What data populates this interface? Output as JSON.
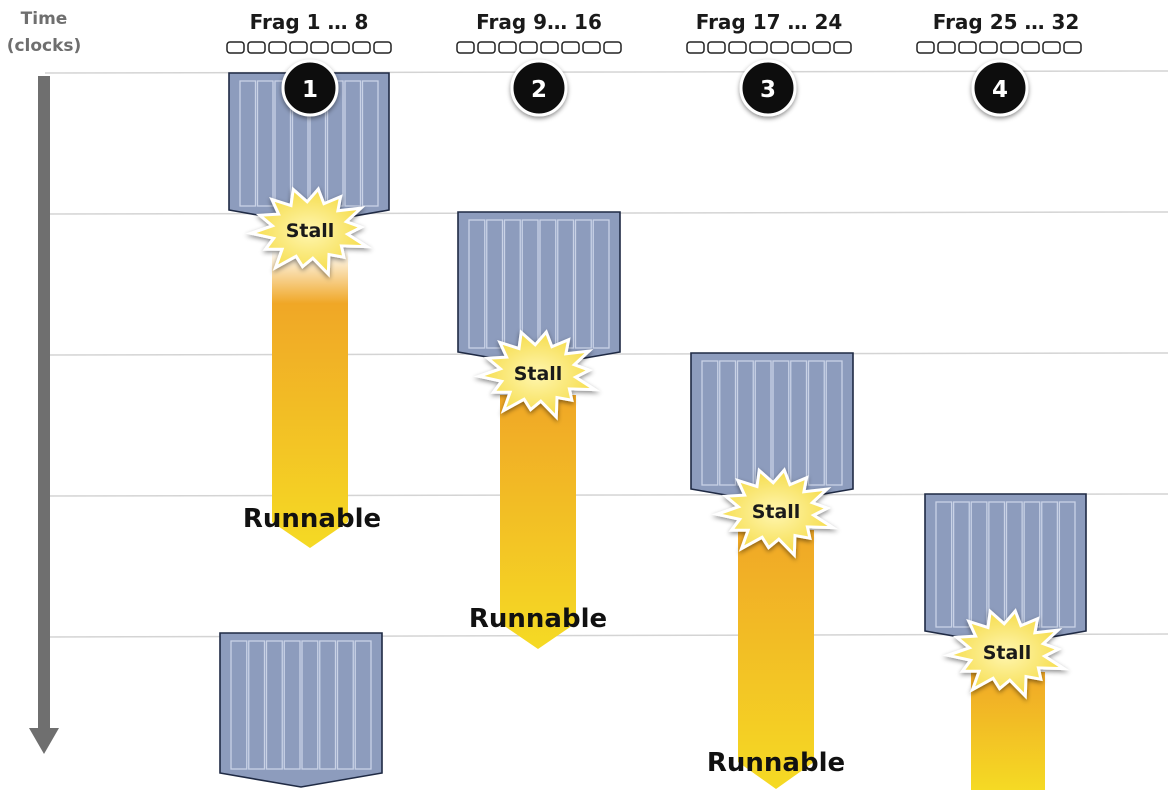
{
  "axis": {
    "label_line1": "Time",
    "label_line2": "(clocks)"
  },
  "groups": [
    {
      "number": "1",
      "label": "Frag 1 … 8",
      "stall_label": "Stall",
      "runnable_label": "Runnable"
    },
    {
      "number": "2",
      "label": "Frag  9… 16",
      "stall_label": "Stall",
      "runnable_label": "Runnable"
    },
    {
      "number": "3",
      "label": "Frag 17 … 24",
      "stall_label": "Stall",
      "runnable_label": "Runnable"
    },
    {
      "number": "4",
      "label": "Frag 25 … 32",
      "stall_label": "Stall",
      "runnable_label": ""
    }
  ],
  "colors": {
    "block_fill": "#8d9cbd",
    "block_stroke": "#1f2a44",
    "lane_stroke": "#c9d2e6",
    "runnable_top": "#f0a726",
    "runnable_bottom": "#f5da24",
    "stall_fill": "#f7e45a",
    "circle_fill": "#111111",
    "axis_arrow": "#6f6f6f",
    "grid_line": "#d4d4d4"
  }
}
